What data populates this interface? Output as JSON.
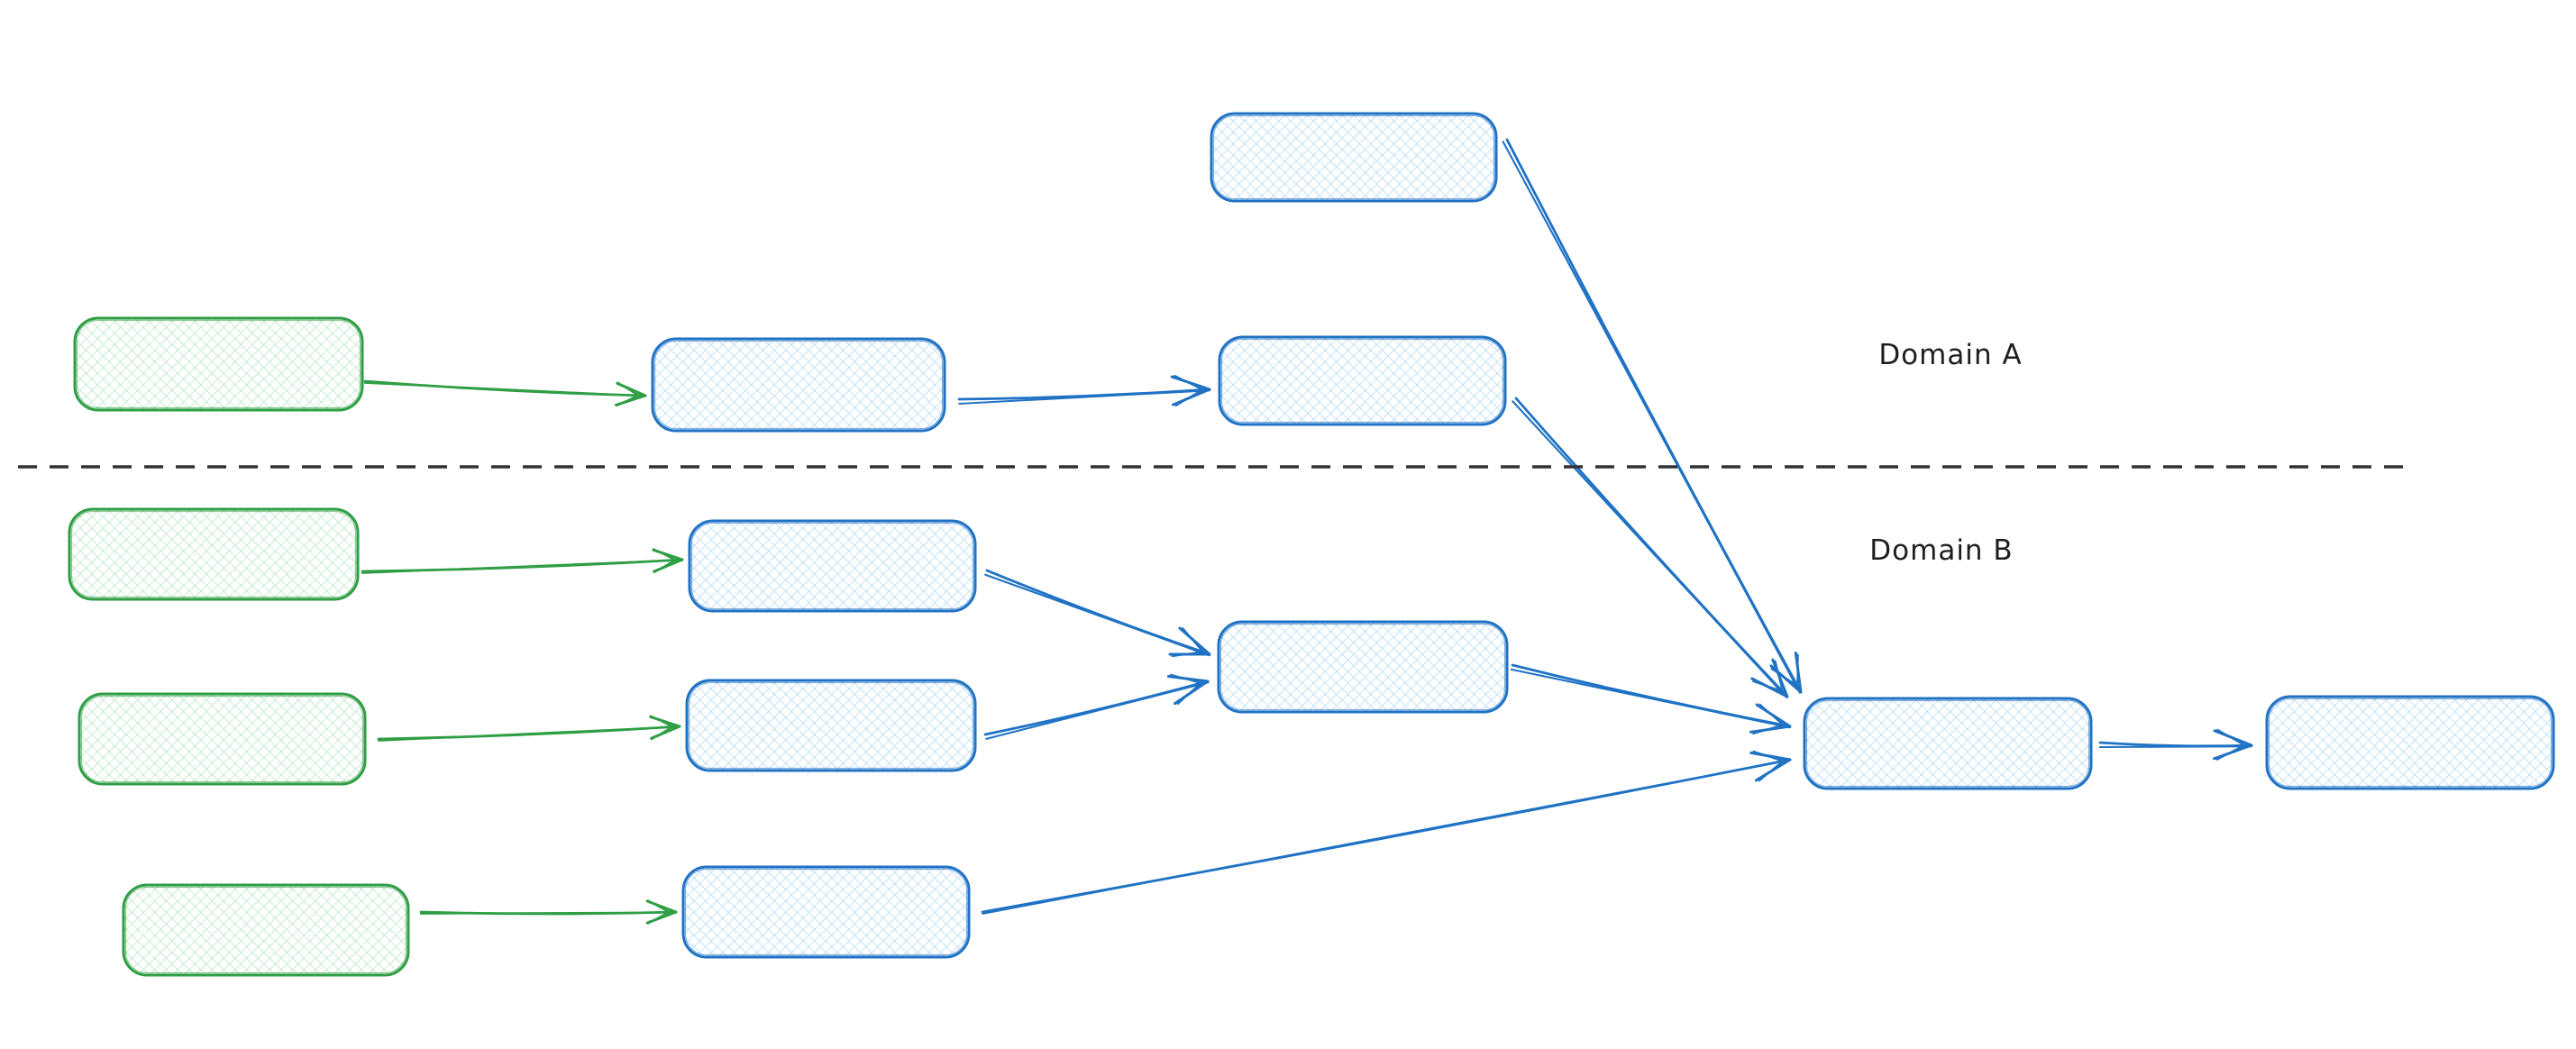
{
  "diagram": {
    "type": "flow-diagram",
    "style": "hand-drawn-whiteboard",
    "background": "#ffffff",
    "labels": {
      "domain_a": "Domain A",
      "domain_b": "Domain B"
    },
    "divider": {
      "orientation": "horizontal",
      "style": "dashed",
      "color": "#2f3337"
    },
    "colors": {
      "green_stroke": "#2f9e44",
      "green_hatch": "#abe2b9",
      "blue_stroke": "#1f72c4",
      "blue_hatch": "#a6d3f5",
      "label_text": "#1e1e1e"
    },
    "nodes": [
      {
        "id": "blue-a-source",
        "shape": "rounded-rectangle",
        "fill": "blue",
        "fill_style": "cross-hatch",
        "domain": "A",
        "text": ""
      },
      {
        "id": "green-a-1",
        "shape": "rounded-rectangle",
        "fill": "green",
        "fill_style": "cross-hatch",
        "domain": "A",
        "text": ""
      },
      {
        "id": "blue-a-1",
        "shape": "rounded-rectangle",
        "fill": "blue",
        "fill_style": "cross-hatch",
        "domain": "A",
        "text": ""
      },
      {
        "id": "blue-a-2",
        "shape": "rounded-rectangle",
        "fill": "blue",
        "fill_style": "cross-hatch",
        "domain": "A",
        "text": ""
      },
      {
        "id": "green-b-1",
        "shape": "rounded-rectangle",
        "fill": "green",
        "fill_style": "cross-hatch",
        "domain": "B",
        "text": ""
      },
      {
        "id": "blue-b-1",
        "shape": "rounded-rectangle",
        "fill": "blue",
        "fill_style": "cross-hatch",
        "domain": "B",
        "text": ""
      },
      {
        "id": "green-b-2",
        "shape": "rounded-rectangle",
        "fill": "green",
        "fill_style": "cross-hatch",
        "domain": "B",
        "text": ""
      },
      {
        "id": "blue-b-2",
        "shape": "rounded-rectangle",
        "fill": "blue",
        "fill_style": "cross-hatch",
        "domain": "B",
        "text": ""
      },
      {
        "id": "green-b-3",
        "shape": "rounded-rectangle",
        "fill": "green",
        "fill_style": "cross-hatch",
        "domain": "B",
        "text": ""
      },
      {
        "id": "blue-b-3",
        "shape": "rounded-rectangle",
        "fill": "blue",
        "fill_style": "cross-hatch",
        "domain": "B",
        "text": ""
      },
      {
        "id": "blue-b-merge",
        "shape": "rounded-rectangle",
        "fill": "blue",
        "fill_style": "cross-hatch",
        "domain": "B",
        "text": ""
      },
      {
        "id": "blue-join",
        "shape": "rounded-rectangle",
        "fill": "blue",
        "fill_style": "cross-hatch",
        "domain": "B",
        "text": ""
      },
      {
        "id": "blue-final",
        "shape": "rounded-rectangle",
        "fill": "blue",
        "fill_style": "cross-hatch",
        "domain": "B",
        "text": ""
      }
    ],
    "edges": [
      {
        "from": "green-a-1",
        "to": "blue-a-1",
        "color": "green",
        "stroke_style": "single",
        "head": "arrow"
      },
      {
        "from": "blue-a-1",
        "to": "blue-a-2",
        "color": "blue",
        "stroke_style": "double",
        "head": "arrow"
      },
      {
        "from": "blue-a-source",
        "to": "blue-join",
        "color": "blue",
        "stroke_style": "double",
        "head": "arrow"
      },
      {
        "from": "blue-a-2",
        "to": "blue-join",
        "color": "blue",
        "stroke_style": "double",
        "head": "arrow"
      },
      {
        "from": "green-b-1",
        "to": "blue-b-1",
        "color": "green",
        "stroke_style": "single",
        "head": "arrow"
      },
      {
        "from": "blue-b-1",
        "to": "blue-b-merge",
        "color": "blue",
        "stroke_style": "double",
        "head": "arrow"
      },
      {
        "from": "green-b-2",
        "to": "blue-b-2",
        "color": "green",
        "stroke_style": "single",
        "head": "arrow"
      },
      {
        "from": "blue-b-2",
        "to": "blue-b-merge",
        "color": "blue",
        "stroke_style": "double",
        "head": "arrow"
      },
      {
        "from": "green-b-3",
        "to": "blue-b-3",
        "color": "green",
        "stroke_style": "single",
        "head": "arrow"
      },
      {
        "from": "blue-b-merge",
        "to": "blue-join",
        "color": "blue",
        "stroke_style": "double",
        "head": "arrow"
      },
      {
        "from": "blue-b-3",
        "to": "blue-join",
        "color": "blue",
        "stroke_style": "single",
        "head": "arrow"
      },
      {
        "from": "blue-join",
        "to": "blue-final",
        "color": "blue",
        "stroke_style": "double",
        "head": "arrow"
      }
    ]
  }
}
